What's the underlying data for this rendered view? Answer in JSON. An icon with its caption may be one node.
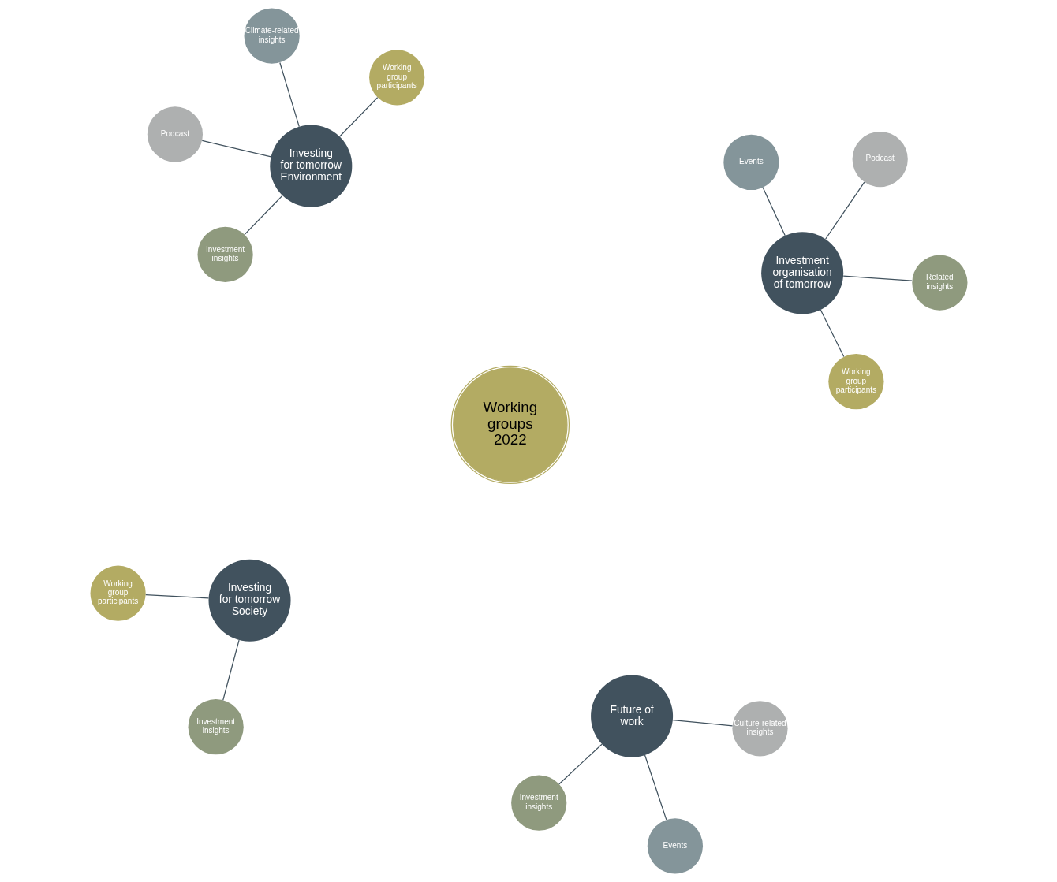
{
  "diagram": {
    "nodes": [
      {
        "text": [
          "Working groups 2022"
        ]
      },
      {
        "text": [
          "Investing for tomorrow",
          "Environment"
        ]
      },
      {
        "text": [
          "Investment insights"
        ]
      },
      {
        "text": [
          "Climate-related insights"
        ]
      },
      {
        "text": [
          "Working group participants"
        ]
      },
      {
        "text": [
          "Podcast"
        ]
      },
      {
        "text": [
          "Future of work"
        ]
      },
      {
        "text": [
          "Culture-related insights"
        ]
      },
      {
        "text": [
          "Investment insights"
        ]
      },
      {
        "text": [
          "Events"
        ]
      },
      {
        "text": [
          "Investing for tomorrow",
          "Society"
        ]
      },
      {
        "text": [
          "Working group participants"
        ]
      },
      {
        "text": [
          "Investment insights"
        ]
      },
      {
        "text": [
          "Investment organisation of tomorrow"
        ]
      },
      {
        "text": [
          "Podcast"
        ]
      },
      {
        "text": [
          "Working group participants"
        ]
      },
      {
        "text": [
          "Related insights"
        ]
      },
      {
        "text": [
          "Events"
        ]
      }
    ],
    "edges": [
      {
        "from": 1,
        "to": 2,
        "arrow": "none"
      },
      {
        "from": 1,
        "to": 3,
        "arrow": "none"
      },
      {
        "from": 1,
        "to": 4,
        "arrow": "none"
      },
      {
        "from": 1,
        "to": 5,
        "arrow": "none"
      },
      {
        "from": 6,
        "to": 7,
        "arrow": "none"
      },
      {
        "from": 6,
        "to": 8,
        "arrow": "none"
      },
      {
        "from": 6,
        "to": 9,
        "arrow": "none"
      },
      {
        "from": 10,
        "to": 11,
        "arrow": "none"
      },
      {
        "from": 10,
        "to": 12,
        "arrow": "none"
      },
      {
        "from": 13,
        "to": 14,
        "arrow": "none"
      },
      {
        "from": 13,
        "to": 15,
        "arrow": "none"
      },
      {
        "from": 13,
        "to": 16,
        "arrow": "none"
      },
      {
        "from": 13,
        "to": 17,
        "arrow": "none"
      }
    ]
  }
}
